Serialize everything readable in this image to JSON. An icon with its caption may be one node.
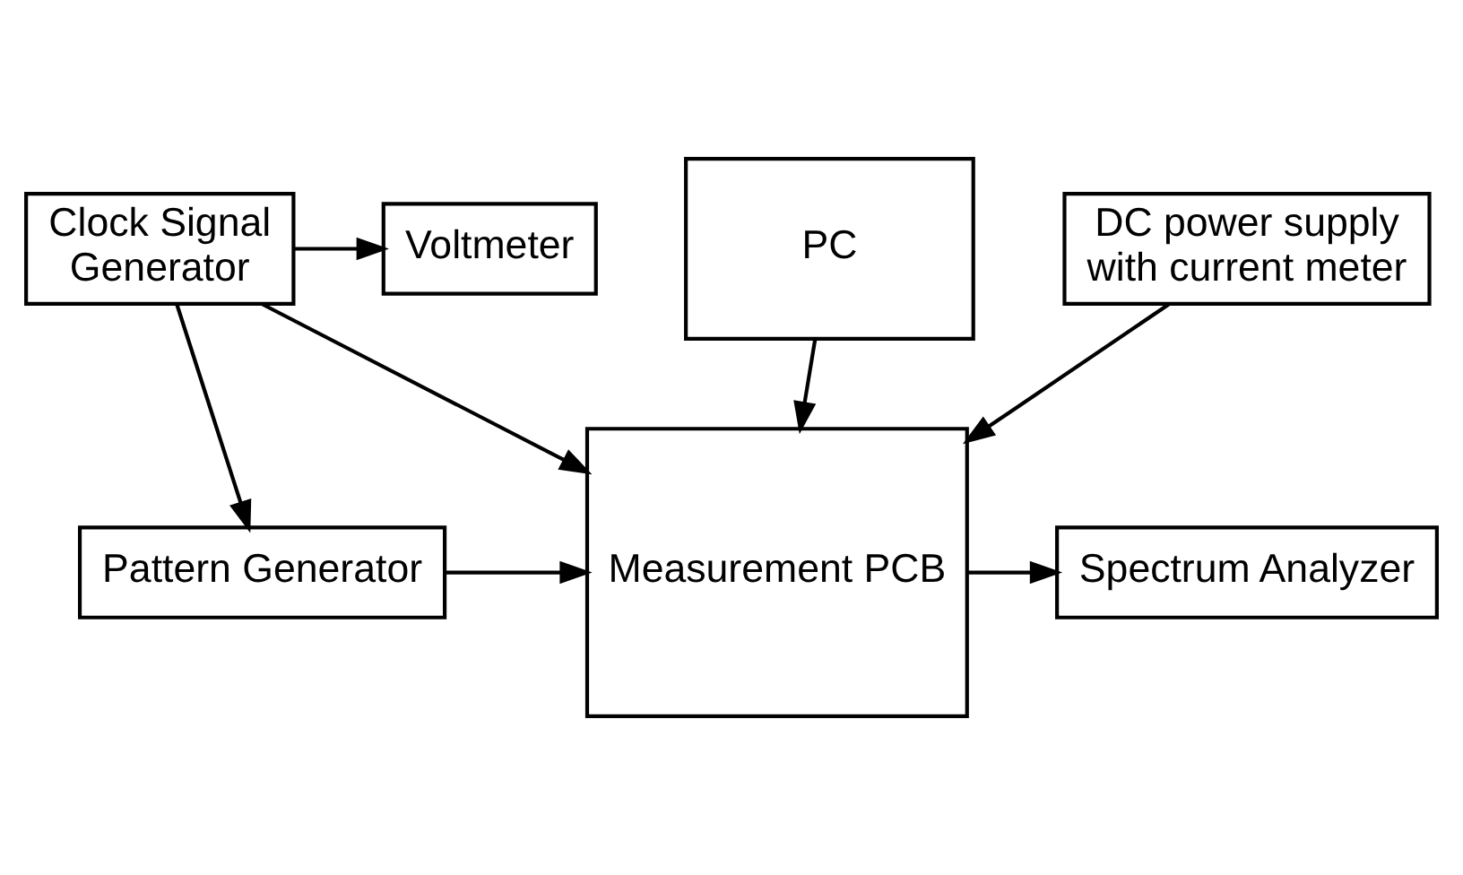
{
  "diagram": {
    "nodes": [
      {
        "text": [
          "Clock Signal Generator"
        ]
      },
      {
        "text": [
          "Voltmeter"
        ]
      },
      {
        "text": [
          "Pattern Generator"
        ]
      },
      {
        "text": [
          "Measurement PCB"
        ]
      },
      {
        "text": [
          "Spectrum Analyzer"
        ]
      },
      {
        "text": [
          "PC"
        ]
      },
      {
        "text": [
          "DC power supply with current meter"
        ]
      }
    ],
    "edges": [
      {
        "from": 0,
        "to": 1,
        "arrow": "to"
      },
      {
        "from": 0,
        "to": 2,
        "arrow": "to"
      },
      {
        "from": 0,
        "to": 3,
        "arrow": "to"
      },
      {
        "from": 2,
        "to": 3,
        "arrow": "to"
      },
      {
        "from": 5,
        "to": 3,
        "arrow": "to"
      },
      {
        "from": 3,
        "to": 4,
        "arrow": "to"
      },
      {
        "from": 6,
        "to": 3,
        "arrow": "to"
      }
    ]
  }
}
